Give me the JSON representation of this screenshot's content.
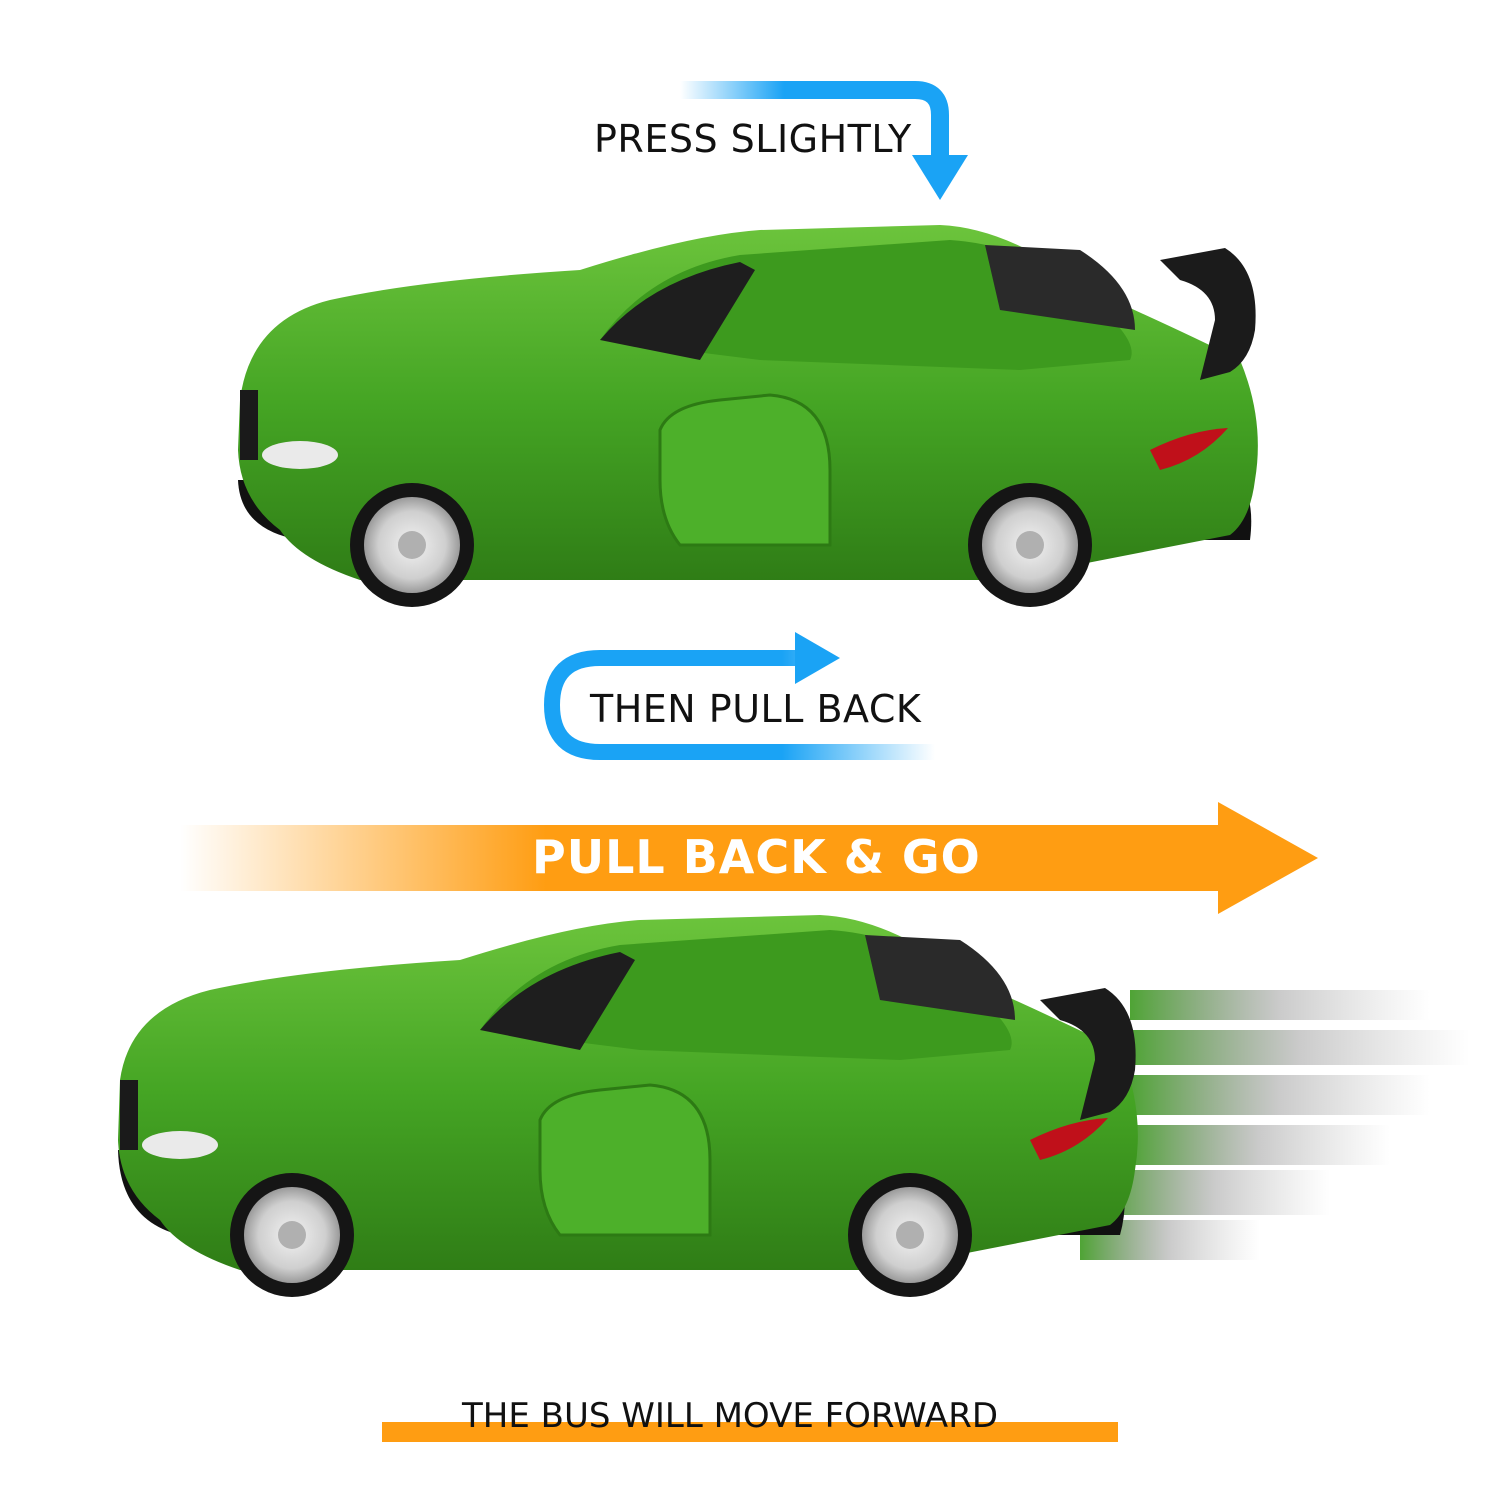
{
  "steps": {
    "press_label": "PRESS SLIGHTLY",
    "pull_label": "THEN PULL BACK",
    "banner_label": "PULL BACK & GO",
    "footer_label": "THE BUS WILL MOVE FORWARD"
  },
  "colors": {
    "arrow_blue": "#1aa3f5",
    "banner_orange": "#ff9d12",
    "car_green": "#4caf2a",
    "car_dark": "#1b1b1b"
  },
  "icons": {
    "press_arrow": "curved-down-arrow-icon",
    "pull_arrow": "u-turn-right-arrow-icon",
    "banner_arrow": "right-arrow-icon"
  }
}
